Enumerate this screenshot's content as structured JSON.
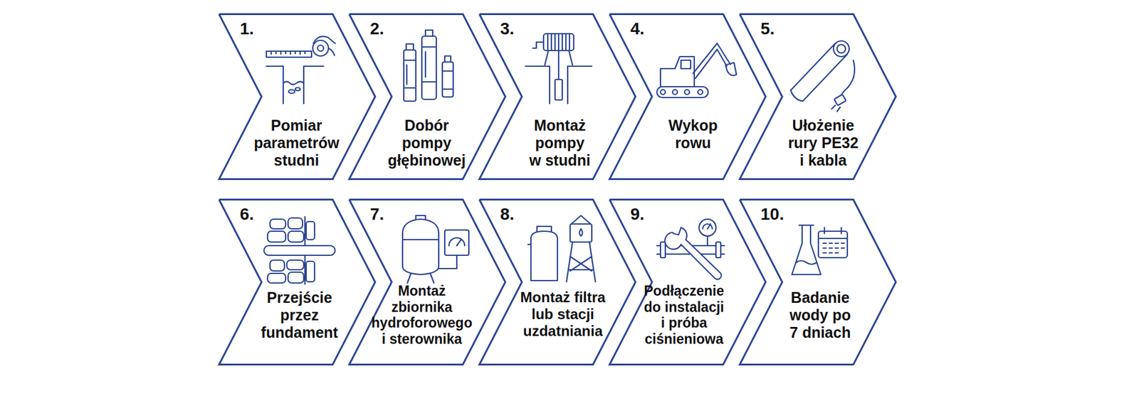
{
  "diagram": {
    "nodes": [
      {
        "text": [
          "1.",
          "Pomiar parametrów studni"
        ]
      },
      {
        "text": [
          "2.",
          "Dobór pompy głębinowej"
        ]
      },
      {
        "text": [
          "3.",
          "Montaż pompy w studni"
        ]
      },
      {
        "text": [
          "4.",
          "Wykop rowu"
        ]
      },
      {
        "text": [
          "5.",
          "Ułożenie rury PE32 i kabla"
        ]
      },
      {
        "text": [
          "6.",
          "Przejście przez fundament"
        ]
      },
      {
        "text": [
          "7.",
          "Montaż zbiornika hydroforowego i sterownika"
        ]
      },
      {
        "text": [
          "8.",
          "Montaż filtra lub stacji uzdatniania"
        ]
      },
      {
        "text": [
          "9.",
          "Podłączenie do instalacji i próba ciśnieniowa"
        ]
      },
      {
        "text": [
          "10.",
          "Badanie wody po 7 dniach"
        ]
      }
    ]
  }
}
